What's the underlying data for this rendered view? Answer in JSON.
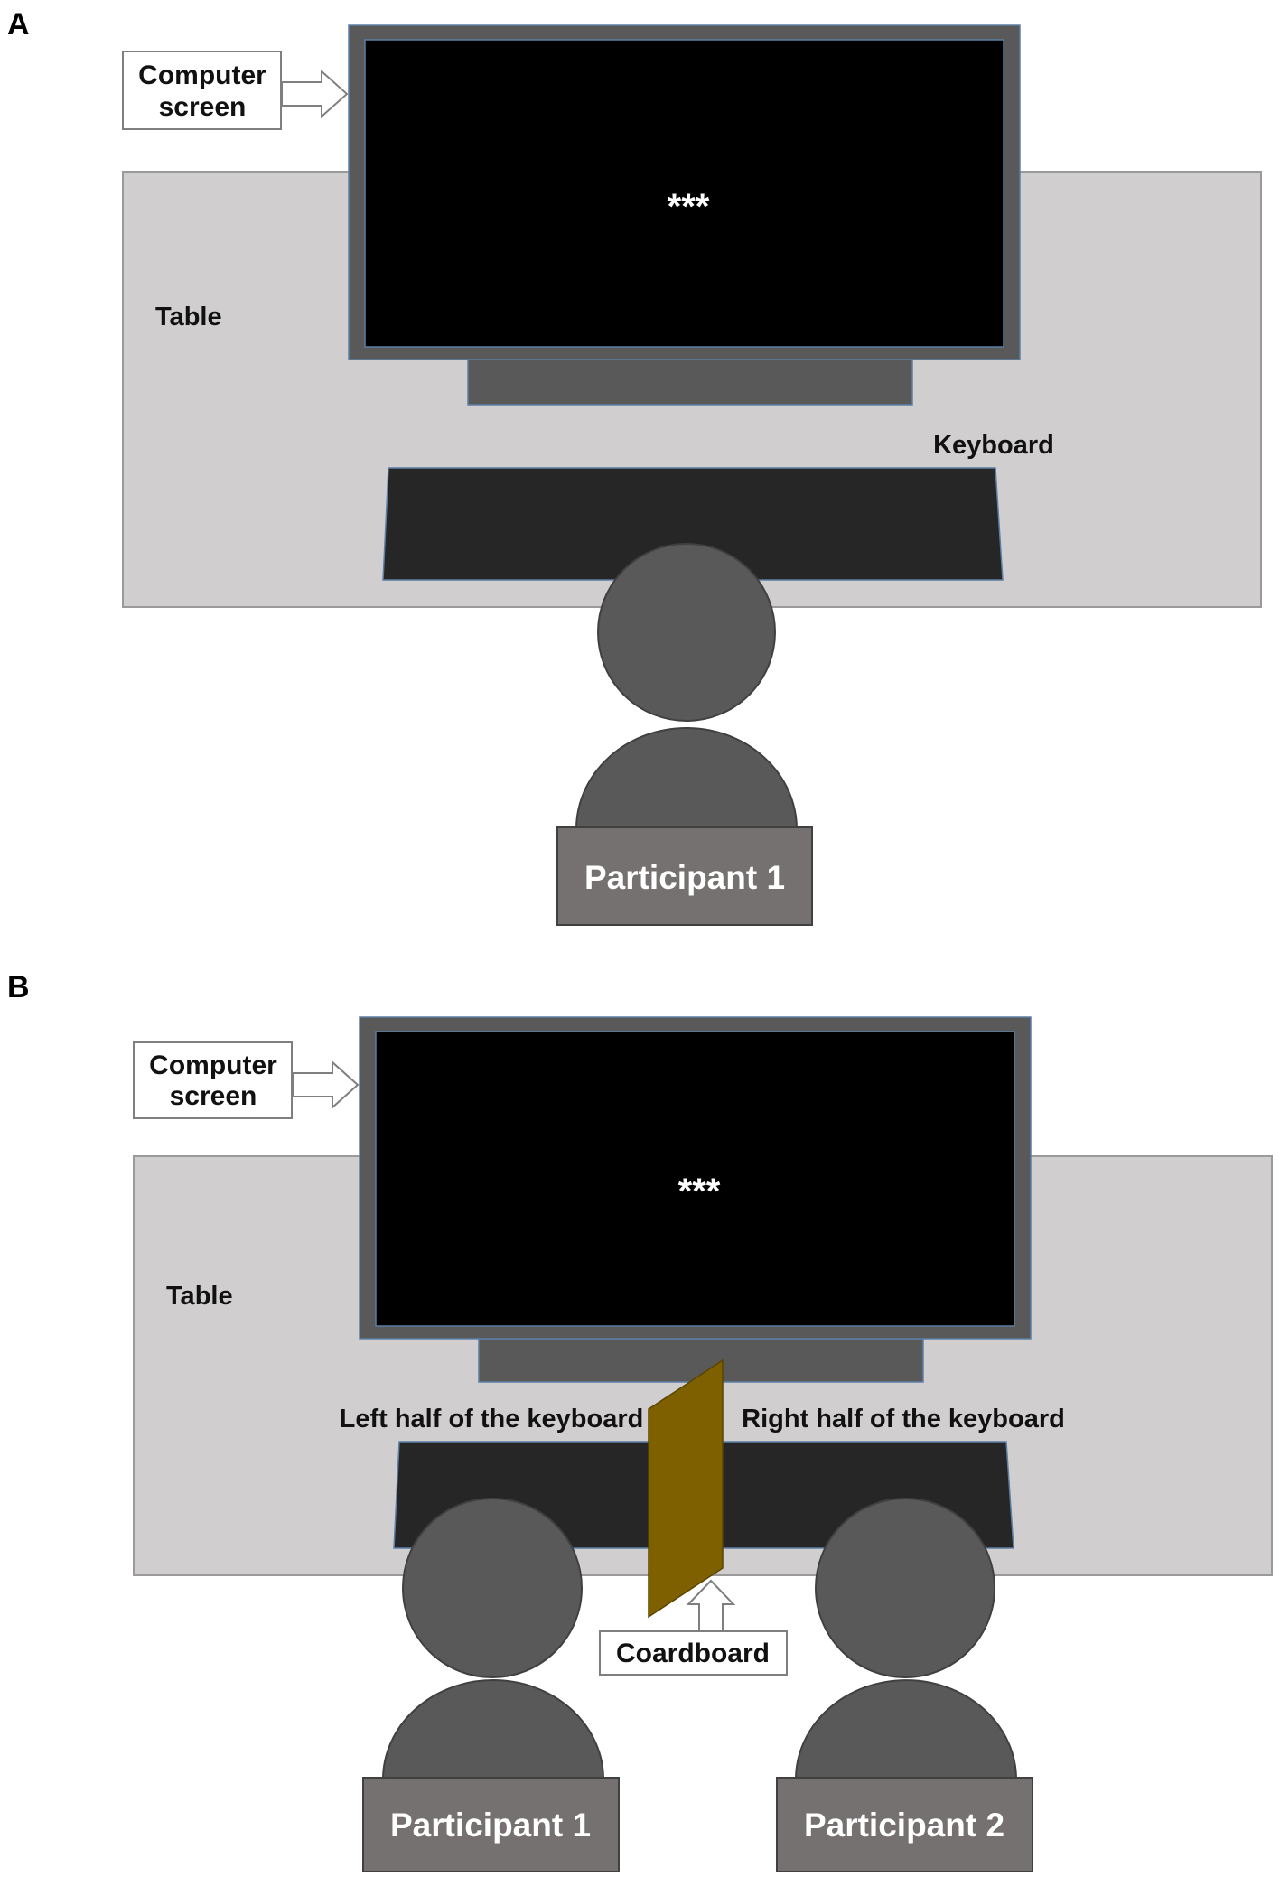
{
  "panelA": {
    "letter": "A",
    "screen_label_line1": "Computer",
    "screen_label_line2": "screen",
    "table_label": "Table",
    "keyboard_label": "Keyboard",
    "screen_text": "***",
    "participant_label": "Participant 1"
  },
  "panelB": {
    "letter": "B",
    "screen_label_line1": "Computer",
    "screen_label_line2": "screen",
    "table_label": "Table",
    "left_keyboard_label": "Left half of the keyboard",
    "right_keyboard_label": "Right half of the keyboard",
    "cardboard_label": "Coardboard",
    "screen_text": "***",
    "participant1_label": "Participant 1",
    "participant2_label": "Participant 2"
  },
  "colors": {
    "table": "#d0cece",
    "screen_frame": "#595959",
    "screen": "#000000",
    "keyboard": "#262626",
    "person": "#595959",
    "name_box": "#767171",
    "cardboard": "#7f6000"
  }
}
